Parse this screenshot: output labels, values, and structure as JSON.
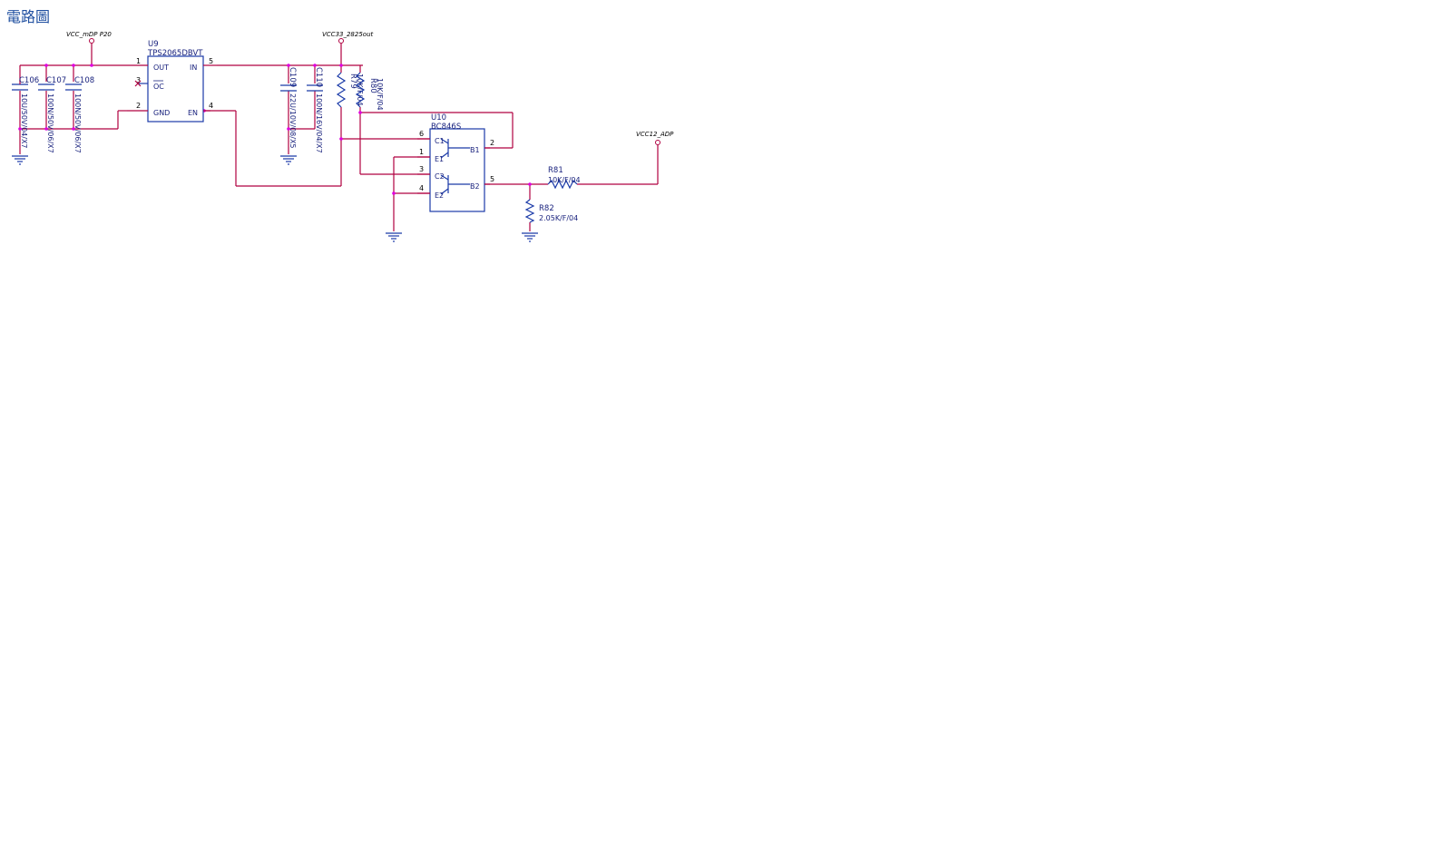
{
  "title": "電路圖",
  "nets": {
    "vcc_mdp": "VCC_mDP P20",
    "vcc33": "VCC33_2825out",
    "vcc12": "VCC12_ADP"
  },
  "u9": {
    "ref": "U9",
    "part": "TPS2065DBVT",
    "pins": {
      "out_name": "OUT",
      "out_num": "1",
      "oc_name": "OC",
      "oc_num": "3",
      "gnd_name": "GND",
      "gnd_num": "2",
      "in_name": "IN",
      "in_num": "5",
      "en_name": "EN",
      "en_num": "4"
    }
  },
  "u10": {
    "ref": "U10",
    "part": "BC846S",
    "pins": {
      "c1_name": "C1",
      "c1_num": "6",
      "e1_name": "E1",
      "e1_num": "1",
      "c2_name": "C2",
      "c2_num": "3",
      "e2_name": "E2",
      "e2_num": "4",
      "b1_name": "B1",
      "b1_num": "2",
      "b2_name": "B2",
      "b2_num": "5"
    }
  },
  "caps": [
    {
      "ref": "C106",
      "value": "10U/50V/04/X7"
    },
    {
      "ref": "C107",
      "value": "100N/50V/06/X7"
    },
    {
      "ref": "C108",
      "value": "100N/50V/06/X7"
    },
    {
      "ref": "C109",
      "value": "22U/10V/08/X5"
    },
    {
      "ref": "C110",
      "value": "100N/16V/04/X7"
    }
  ],
  "resistors": [
    {
      "ref": "R79",
      "value": "10K/F/04"
    },
    {
      "ref": "R80",
      "value": "10K/F/04"
    },
    {
      "ref": "R81",
      "value": "10K/F/04"
    },
    {
      "ref": "R82",
      "value": "2.05K/F/04"
    }
  ],
  "colors": {
    "wire": "#b00040",
    "component": "#1a3aa8",
    "junction": "#e000e0",
    "title": "#1f4fa0"
  }
}
